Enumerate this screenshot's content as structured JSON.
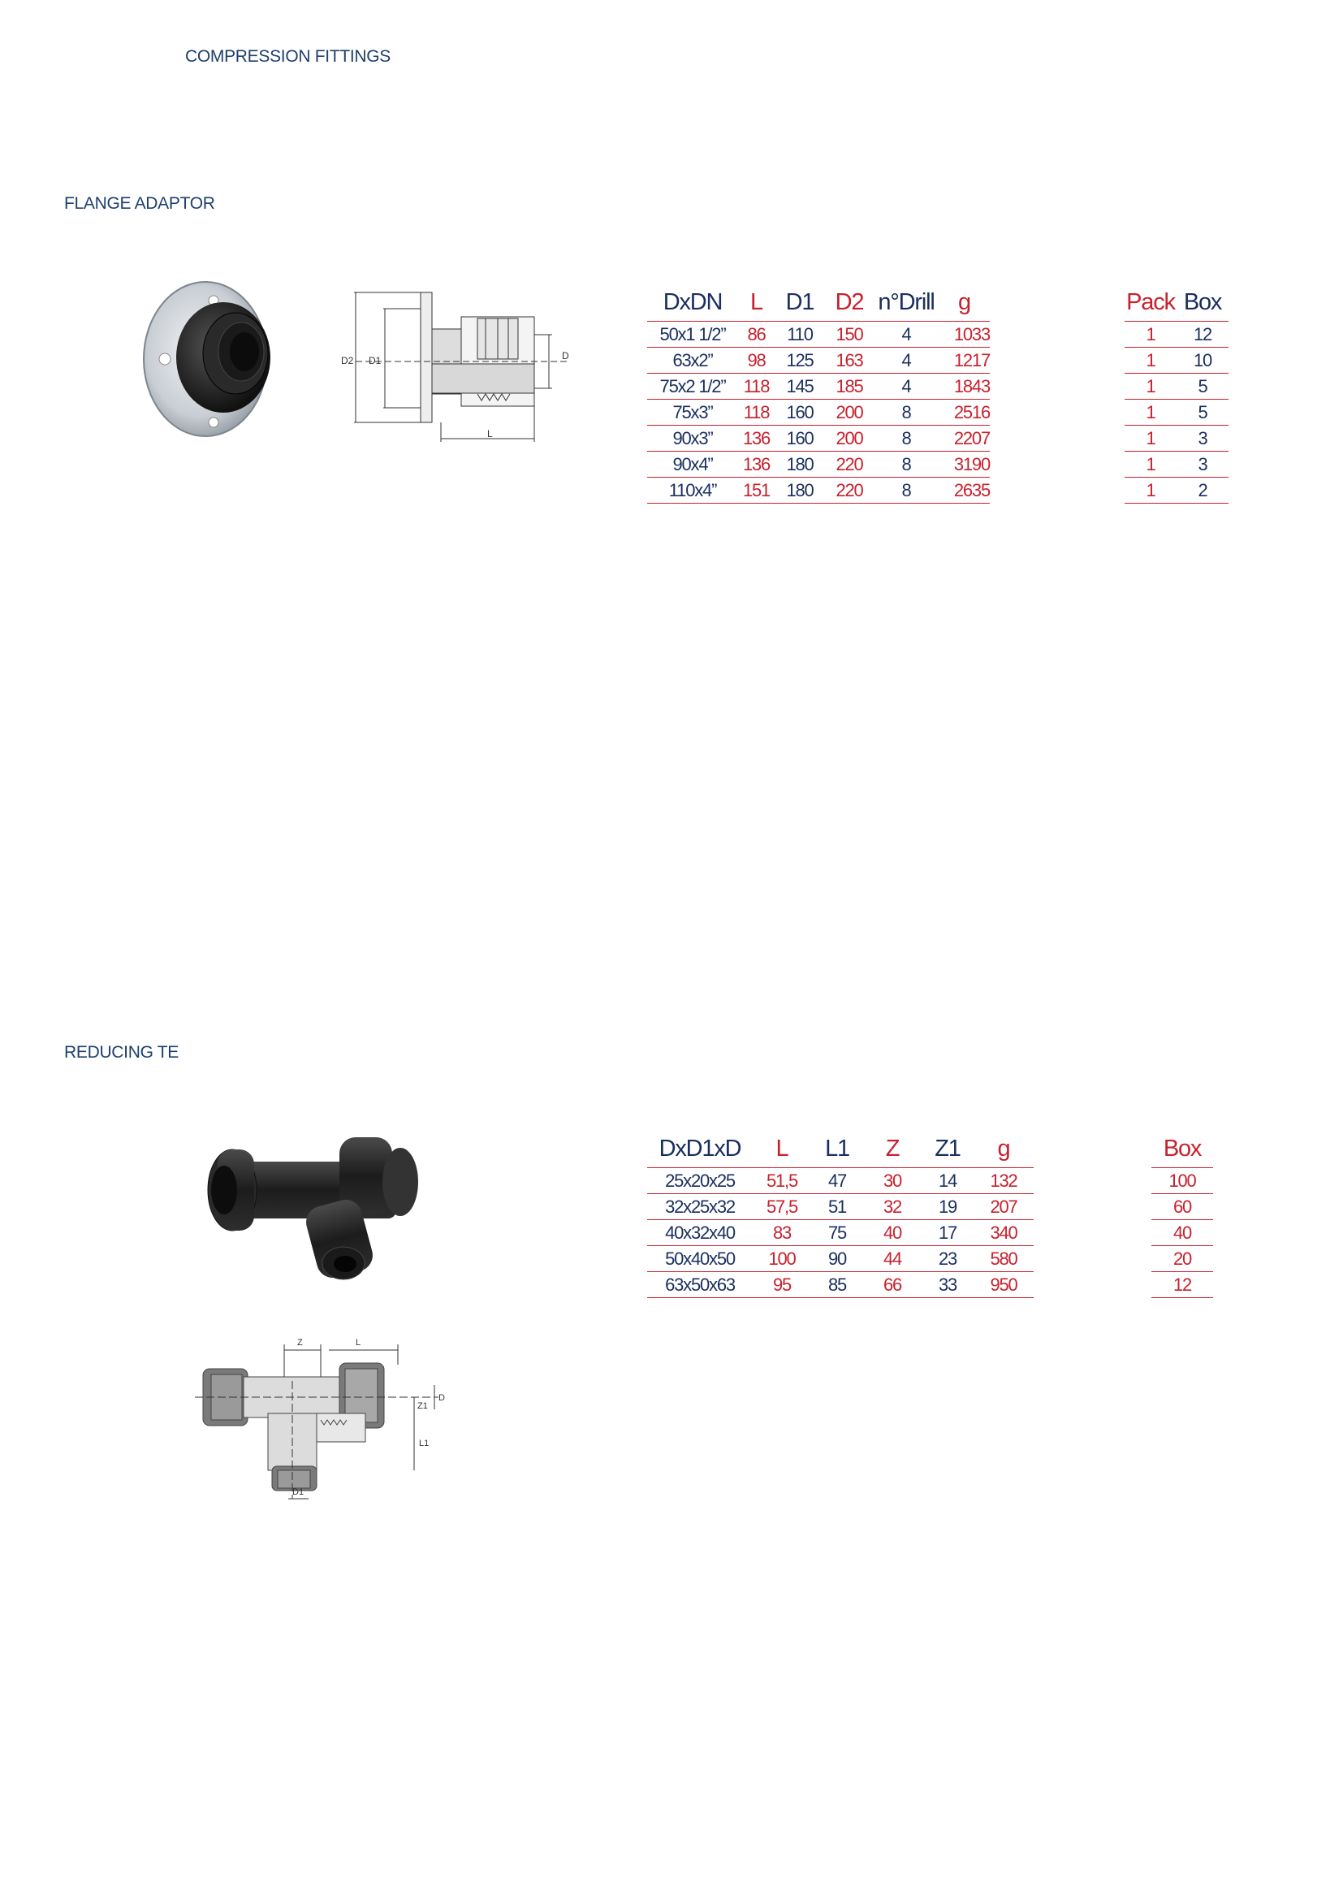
{
  "page_header": "COMPRESSION FITTINGS",
  "flange": {
    "title": "FLANGE ADAPTOR",
    "drawing_labels": {
      "d2": "D2",
      "d1": "D1",
      "d": "D",
      "l": "L"
    },
    "headers": [
      "DxDN",
      "L",
      "D1",
      "D2",
      "n°Drill",
      "g"
    ],
    "rows": [
      [
        "50x1 1/2”",
        "86",
        "110",
        "150",
        "4",
        "1033"
      ],
      [
        "63x2”",
        "98",
        "125",
        "163",
        "4",
        "1217"
      ],
      [
        "75x2 1/2”",
        "118",
        "145",
        "185",
        "4",
        "1843"
      ],
      [
        "75x3”",
        "118",
        "160",
        "200",
        "8",
        "2516"
      ],
      [
        "90x3”",
        "136",
        "160",
        "200",
        "8",
        "2207"
      ],
      [
        "90x4”",
        "136",
        "180",
        "220",
        "8",
        "3190"
      ],
      [
        "110x4”",
        "151",
        "180",
        "220",
        "8",
        "2635"
      ]
    ],
    "pack_headers": [
      "Pack",
      "Box"
    ],
    "pack_rows": [
      [
        "1",
        "12"
      ],
      [
        "1",
        "10"
      ],
      [
        "1",
        "5"
      ],
      [
        "1",
        "5"
      ],
      [
        "1",
        "3"
      ],
      [
        "1",
        "3"
      ],
      [
        "1",
        "2"
      ]
    ]
  },
  "tee": {
    "title": "REDUCING TE",
    "drawing_labels": {
      "z": "Z",
      "l": "L",
      "d": "D",
      "z1": "Z1",
      "l1": "L1",
      "d1": "D1"
    },
    "headers": [
      "DxD1xD",
      "L",
      "L1",
      "Z",
      "Z1",
      "g"
    ],
    "rows": [
      [
        "25x20x25",
        "51,5",
        "47",
        "30",
        "14",
        "132"
      ],
      [
        "32x25x32",
        "57,5",
        "51",
        "32",
        "19",
        "207"
      ],
      [
        "40x32x40",
        "83",
        "75",
        "40",
        "17",
        "340"
      ],
      [
        "50x40x50",
        "100",
        "90",
        "44",
        "23",
        "580"
      ],
      [
        "63x50x63",
        "95",
        "85",
        "66",
        "33",
        "950"
      ]
    ],
    "box_header": "Box",
    "box_rows": [
      "100",
      "60",
      "40",
      "20",
      "12"
    ]
  },
  "colors": {
    "navy": "#1a2f5e",
    "red": "#c8202d",
    "header_blue": "#1f3f6e"
  }
}
